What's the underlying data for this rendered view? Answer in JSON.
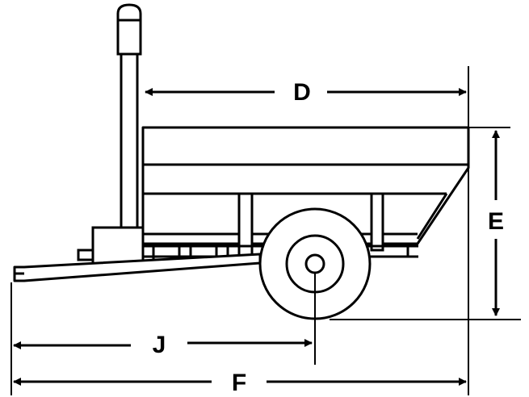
{
  "diagram": {
    "subject": "grain-cart-side-view",
    "dimensions": [
      {
        "id": "D",
        "label": "D"
      },
      {
        "id": "E",
        "label": "E"
      },
      {
        "id": "J",
        "label": "J"
      },
      {
        "id": "F",
        "label": "F"
      }
    ],
    "colors": {
      "line": "#000000",
      "body": "#3a3a3a",
      "background": "#ffffff"
    }
  }
}
